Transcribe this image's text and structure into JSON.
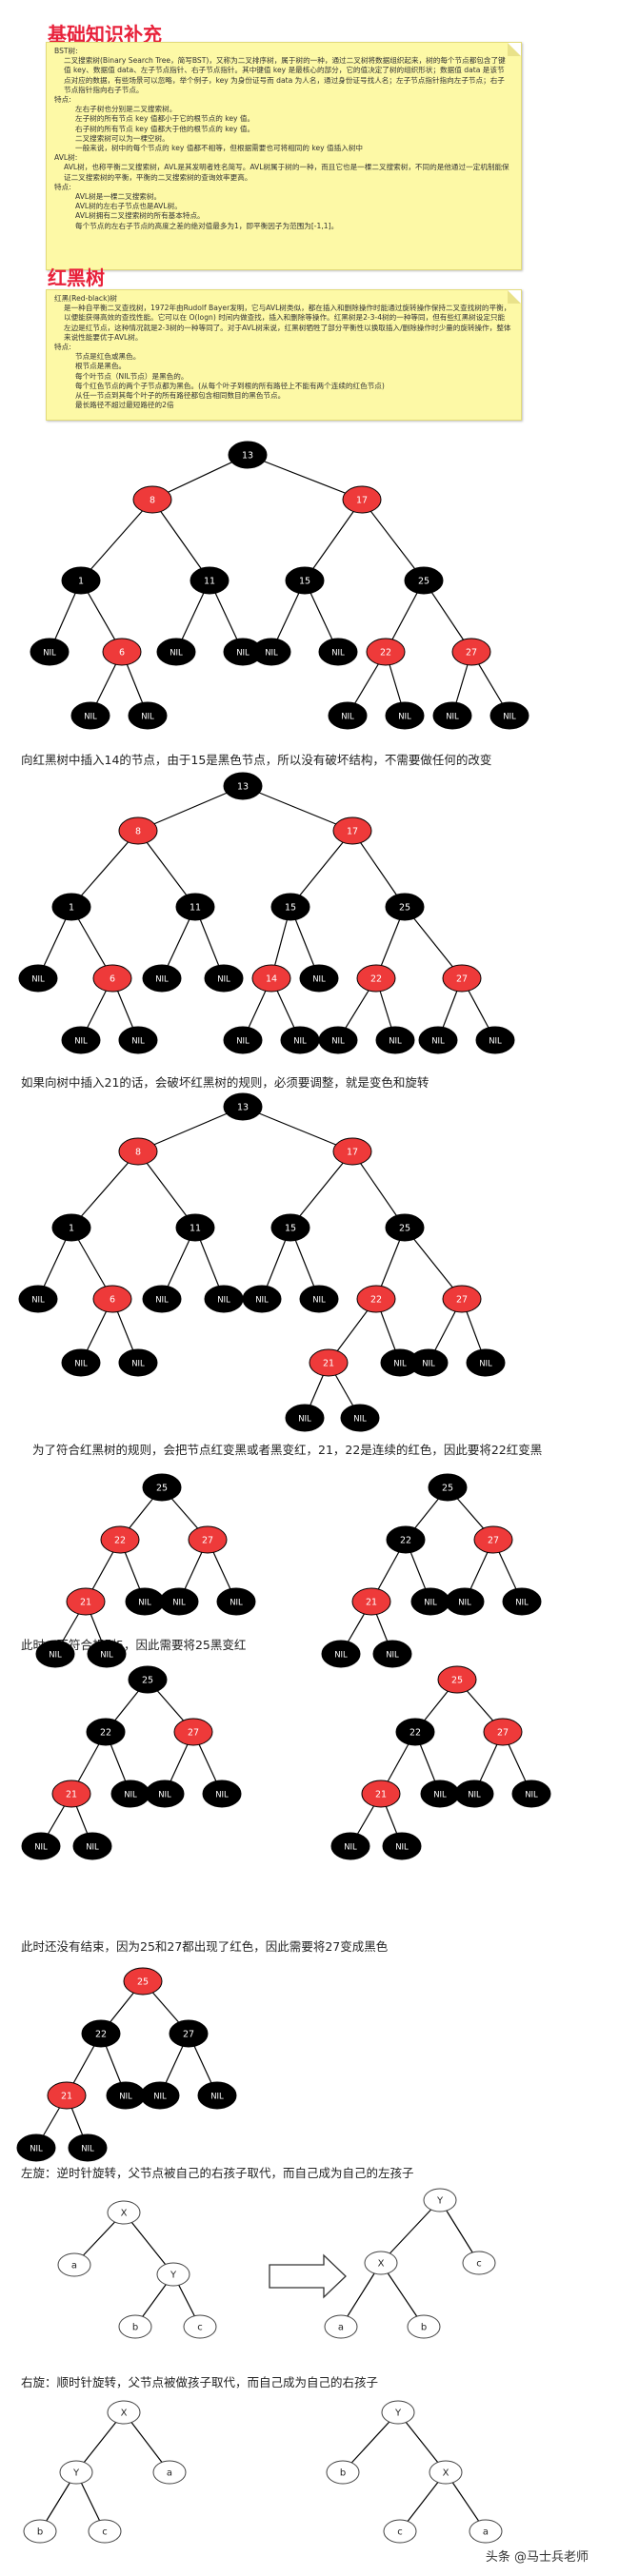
{
  "sections": {
    "basics": {
      "title": "基础知识补充",
      "lines": [
        {
          "t": "BST树:",
          "ind": 0
        },
        {
          "t": "二叉搜索树(Binary Search Tree，简写BST)，又称为二叉排序树，属于树的一种，通过二叉树将数据组织起来，树的每个节点都包含了键值 key、数据值 data、左子节点指针、右子节点指针。其中键值 key 是最核心的部分，它的值决定了树的组织形状；数据值 data 是该节点对应的数据，有些场景可以忽略，举个例子，key 为身份证号而 data 为人名，通过身份证号找人名；左子节点指针指向左子节点；右子节点指针指向右子节点。",
          "ind": 1
        },
        {
          "t": "特点:",
          "ind": 0
        },
        {
          "t": "左右子树也分别是二叉搜索树。",
          "ind": 2
        },
        {
          "t": "左子树的所有节点 key 值都小于它的根节点的 key 值。",
          "ind": 2
        },
        {
          "t": "右子树的所有节点 key 值都大于他的根节点的 key 值。",
          "ind": 2
        },
        {
          "t": "二叉搜索树可以为一棵空树。",
          "ind": 2
        },
        {
          "t": "一般来说，树中的每个节点的 key 值都不相等，但根据需要也可将相同的 key 值插入树中",
          "ind": 2
        },
        {
          "t": "AVL树:",
          "ind": 0
        },
        {
          "t": "AVL树，也称平衡二叉搜索树，AVL是其发明者姓名简写。AVL树属于树的一种，而且它也是一棵二叉搜索树，不同的是他通过一定机制能保证二叉搜索树的平衡，平衡的二叉搜索树的查询效率更高。",
          "ind": 1
        },
        {
          "t": "特点:",
          "ind": 0
        },
        {
          "t": "AVL树是一棵二叉搜索树。",
          "ind": 2
        },
        {
          "t": "AVL树的左右子节点也是AVL树。",
          "ind": 2
        },
        {
          "t": "AVL树拥有二叉搜索树的所有基本特点。",
          "ind": 2
        },
        {
          "t": "每个节点的左右子节点的高度之差的绝对值最多为1，即平衡因子为范围为[-1,1]。",
          "ind": 2
        }
      ]
    },
    "rbtree": {
      "title": "红黑树",
      "lines": [
        {
          "t": "红黑(Red-black)树",
          "ind": 0
        },
        {
          "t": "是一种自平衡二叉查找树，1972年由Rudolf Bayer发明，它与AVL树类似，都在插入和删除操作时能通过旋转操作保持二叉查找树的平衡，以便能获得高效的查找性能。它可以在 O(logn) 时间内做查找，插入和删除等操作。红黑树是2-3-4树的一种等同，但有些红黑树设定只能左边是红节点，这种情况就是2-3树的一种等同了。对于AVL树来说，红黑树牺牲了部分平衡性以换取插入/删除操作时少量的旋转操作，整体来说性能要优于AVL树。",
          "ind": 1
        },
        {
          "t": "特点:",
          "ind": 0
        },
        {
          "t": "节点是红色或黑色。",
          "ind": 2
        },
        {
          "t": "根节点是黑色。",
          "ind": 2
        },
        {
          "t": "每个叶节点（NIL节点）是黑色的。",
          "ind": 2
        },
        {
          "t": "每个红色节点的两个子节点都为黑色。(从每个叶子到根的所有路径上不能有两个连续的红色节点)",
          "ind": 2
        },
        {
          "t": "从任一节点到其每个叶子的所有路径都包含相同数目的黑色节点。",
          "ind": 2
        },
        {
          "t": "最长路径不超过最短路径的2倍",
          "ind": 2
        }
      ]
    }
  },
  "captions": {
    "insert14": "向红黑树中插入14的节点，由于15是黑色节点，所以没有破坏结构，不需要做任何的改变",
    "insert21": "如果向树中插入21的话，会破坏红黑树的规则，必须要调整，就是变色和旋转",
    "recolor22": "为了符合红黑树的规则，会把节点红变黑或者黑变红，21，22是连续的红色，因此要将22红变黑",
    "recolor25": "此时，不符合规则5，因此需要将25黑变红",
    "recolor27": "此时还没有结束，因为25和27都出现了红色，因此需要将27变成黑色",
    "leftRotate": "左旋：逆时针旋转，父节点被自己的右孩子取代，而自己成为自己的左孩子",
    "rightRotate": "右旋：顺时针旋转，父节点被做孩子取代，而自己成为自己的右孩子"
  },
  "nil_label": "NIL",
  "colors": {
    "red": "#ee3a3a",
    "black": "#000000",
    "note_bg": "#fdf9a6",
    "heading": "#e8213a"
  },
  "trees": {
    "full1": {
      "n": [
        [
          "13",
          "k"
        ],
        [
          "8",
          "r"
        ],
        [
          "17",
          "r"
        ],
        [
          "1",
          "k"
        ],
        [
          "11",
          "k"
        ],
        [
          "15",
          "k"
        ],
        [
          "25",
          "k"
        ],
        [
          "NIL",
          "k"
        ],
        [
          "6",
          "r"
        ],
        [
          "NIL",
          "k"
        ],
        [
          "NIL",
          "k"
        ],
        [
          "NIL",
          "k"
        ],
        [
          "NIL",
          "k"
        ],
        [
          "22",
          "r"
        ],
        [
          "27",
          "r"
        ],
        [
          "NIL",
          "k"
        ],
        [
          "NIL",
          "k"
        ],
        [
          "NIL",
          "k"
        ],
        [
          "NIL",
          "k"
        ],
        [
          "NIL",
          "k"
        ],
        [
          "NIL",
          "k"
        ]
      ],
      "e": [
        [
          0,
          1
        ],
        [
          0,
          2
        ],
        [
          1,
          3
        ],
        [
          1,
          4
        ],
        [
          2,
          5
        ],
        [
          2,
          6
        ],
        [
          3,
          7
        ],
        [
          3,
          8
        ],
        [
          8,
          15
        ],
        [
          8,
          16
        ],
        [
          4,
          9
        ],
        [
          4,
          10
        ],
        [
          5,
          11
        ],
        [
          5,
          12
        ],
        [
          6,
          13
        ],
        [
          6,
          14
        ],
        [
          13,
          17
        ],
        [
          13,
          18
        ],
        [
          14,
          19
        ],
        [
          14,
          20
        ]
      ]
    },
    "full2": {
      "n": [
        [
          "13",
          "k"
        ],
        [
          "8",
          "r"
        ],
        [
          "17",
          "r"
        ],
        [
          "1",
          "k"
        ],
        [
          "11",
          "k"
        ],
        [
          "15",
          "k"
        ],
        [
          "25",
          "k"
        ],
        [
          "NIL",
          "k"
        ],
        [
          "6",
          "r"
        ],
        [
          "NIL",
          "k"
        ],
        [
          "NIL",
          "k"
        ],
        [
          "14",
          "r"
        ],
        [
          "NIL",
          "k"
        ],
        [
          "22",
          "r"
        ],
        [
          "27",
          "r"
        ],
        [
          "NIL",
          "k"
        ],
        [
          "NIL",
          "k"
        ],
        [
          "NIL",
          "k"
        ],
        [
          "NIL",
          "k"
        ],
        [
          "NIL",
          "k"
        ],
        [
          "NIL",
          "k"
        ],
        [
          "NIL",
          "k"
        ],
        [
          "NIL",
          "k"
        ]
      ],
      "e": [
        [
          0,
          1
        ],
        [
          0,
          2
        ],
        [
          1,
          3
        ],
        [
          1,
          4
        ],
        [
          2,
          5
        ],
        [
          2,
          6
        ],
        [
          3,
          7
        ],
        [
          3,
          8
        ],
        [
          8,
          15
        ],
        [
          8,
          16
        ],
        [
          4,
          9
        ],
        [
          4,
          10
        ],
        [
          5,
          11
        ],
        [
          5,
          12
        ],
        [
          11,
          17
        ],
        [
          11,
          18
        ],
        [
          6,
          13
        ],
        [
          6,
          14
        ],
        [
          13,
          19
        ],
        [
          13,
          20
        ],
        [
          14,
          21
        ],
        [
          14,
          22
        ]
      ]
    },
    "full3": {
      "n": [
        [
          "13",
          "k"
        ],
        [
          "8",
          "r"
        ],
        [
          "17",
          "r"
        ],
        [
          "1",
          "k"
        ],
        [
          "11",
          "k"
        ],
        [
          "15",
          "k"
        ],
        [
          "25",
          "k"
        ],
        [
          "NIL",
          "k"
        ],
        [
          "6",
          "r"
        ],
        [
          "NIL",
          "k"
        ],
        [
          "NIL",
          "k"
        ],
        [
          "NIL",
          "k"
        ],
        [
          "NIL",
          "k"
        ],
        [
          "22",
          "r"
        ],
        [
          "27",
          "r"
        ],
        [
          "NIL",
          "k"
        ],
        [
          "NIL",
          "k"
        ],
        [
          "21",
          "r"
        ],
        [
          "NIL",
          "k"
        ],
        [
          "NIL",
          "k"
        ],
        [
          "NIL",
          "k"
        ],
        [
          "NIL",
          "k"
        ],
        [
          "NIL",
          "k"
        ]
      ],
      "e": [
        [
          0,
          1
        ],
        [
          0,
          2
        ],
        [
          1,
          3
        ],
        [
          1,
          4
        ],
        [
          2,
          5
        ],
        [
          2,
          6
        ],
        [
          3,
          7
        ],
        [
          3,
          8
        ],
        [
          8,
          15
        ],
        [
          8,
          16
        ],
        [
          4,
          9
        ],
        [
          4,
          10
        ],
        [
          5,
          11
        ],
        [
          5,
          12
        ],
        [
          6,
          13
        ],
        [
          6,
          14
        ],
        [
          13,
          17
        ],
        [
          13,
          18
        ],
        [
          14,
          19
        ],
        [
          14,
          20
        ],
        [
          17,
          21
        ],
        [
          17,
          22
        ]
      ]
    },
    "s1": {
      "n": [
        [
          "25",
          "k"
        ],
        [
          "22",
          "r"
        ],
        [
          "27",
          "r"
        ],
        [
          "21",
          "r"
        ],
        [
          "NIL",
          "k"
        ],
        [
          "NIL",
          "k"
        ],
        [
          "NIL",
          "k"
        ],
        [
          "NIL",
          "k"
        ],
        [
          "NIL",
          "k"
        ]
      ],
      "e": [
        [
          0,
          1
        ],
        [
          0,
          2
        ],
        [
          1,
          3
        ],
        [
          1,
          4
        ],
        [
          2,
          5
        ],
        [
          2,
          6
        ],
        [
          3,
          7
        ],
        [
          3,
          8
        ]
      ]
    },
    "s2": {
      "n": [
        [
          "25",
          "k"
        ],
        [
          "22",
          "k"
        ],
        [
          "27",
          "r"
        ],
        [
          "21",
          "r"
        ],
        [
          "NIL",
          "k"
        ],
        [
          "NIL",
          "k"
        ],
        [
          "NIL",
          "k"
        ],
        [
          "NIL",
          "k"
        ],
        [
          "NIL",
          "k"
        ]
      ],
      "e": [
        [
          0,
          1
        ],
        [
          0,
          2
        ],
        [
          1,
          3
        ],
        [
          1,
          4
        ],
        [
          2,
          5
        ],
        [
          2,
          6
        ],
        [
          3,
          7
        ],
        [
          3,
          8
        ]
      ]
    },
    "s3": {
      "n": [
        [
          "25",
          "k"
        ],
        [
          "22",
          "k"
        ],
        [
          "27",
          "r"
        ],
        [
          "21",
          "r"
        ],
        [
          "NIL",
          "k"
        ],
        [
          "NIL",
          "k"
        ],
        [
          "NIL",
          "k"
        ],
        [
          "NIL",
          "k"
        ],
        [
          "NIL",
          "k"
        ]
      ],
      "e": [
        [
          0,
          1
        ],
        [
          0,
          2
        ],
        [
          1,
          3
        ],
        [
          1,
          4
        ],
        [
          2,
          5
        ],
        [
          2,
          6
        ],
        [
          3,
          7
        ],
        [
          3,
          8
        ]
      ]
    },
    "s4": {
      "n": [
        [
          "25",
          "r"
        ],
        [
          "22",
          "k"
        ],
        [
          "27",
          "r"
        ],
        [
          "21",
          "r"
        ],
        [
          "NIL",
          "k"
        ],
        [
          "NIL",
          "k"
        ],
        [
          "NIL",
          "k"
        ],
        [
          "NIL",
          "k"
        ],
        [
          "NIL",
          "k"
        ]
      ],
      "e": [
        [
          0,
          1
        ],
        [
          0,
          2
        ],
        [
          1,
          3
        ],
        [
          1,
          4
        ],
        [
          2,
          5
        ],
        [
          2,
          6
        ],
        [
          3,
          7
        ],
        [
          3,
          8
        ]
      ]
    },
    "s5": {
      "n": [
        [
          "25",
          "r"
        ],
        [
          "22",
          "k"
        ],
        [
          "27",
          "k"
        ],
        [
          "21",
          "r"
        ],
        [
          "NIL",
          "k"
        ],
        [
          "NIL",
          "k"
        ],
        [
          "NIL",
          "k"
        ],
        [
          "NIL",
          "k"
        ],
        [
          "NIL",
          "k"
        ]
      ],
      "e": [
        [
          0,
          1
        ],
        [
          0,
          2
        ],
        [
          1,
          3
        ],
        [
          1,
          4
        ],
        [
          2,
          5
        ],
        [
          2,
          6
        ],
        [
          3,
          7
        ],
        [
          3,
          8
        ]
      ]
    },
    "rotL1": {
      "n": [
        [
          "X",
          "w"
        ],
        [
          "a",
          "w"
        ],
        [
          "Y",
          "w"
        ],
        [
          "b",
          "w"
        ],
        [
          "c",
          "w"
        ]
      ],
      "e": [
        [
          0,
          1
        ],
        [
          0,
          2
        ],
        [
          2,
          3
        ],
        [
          2,
          4
        ]
      ]
    },
    "rotL2": {
      "n": [
        [
          "Y",
          "w"
        ],
        [
          "X",
          "w"
        ],
        [
          "c",
          "w"
        ],
        [
          "a",
          "w"
        ],
        [
          "b",
          "w"
        ]
      ],
      "e": [
        [
          0,
          1
        ],
        [
          0,
          2
        ],
        [
          1,
          3
        ],
        [
          1,
          4
        ]
      ]
    },
    "rotR1": {
      "n": [
        [
          "X",
          "w"
        ],
        [
          "Y",
          "w"
        ],
        [
          "a",
          "w"
        ],
        [
          "b",
          "w"
        ],
        [
          "c",
          "w"
        ]
      ],
      "e": [
        [
          0,
          1
        ],
        [
          0,
          2
        ],
        [
          1,
          3
        ],
        [
          1,
          4
        ]
      ]
    },
    "rotR2": {
      "n": [
        [
          "Y",
          "w"
        ],
        [
          "b",
          "w"
        ],
        [
          "X",
          "w"
        ],
        [
          "c",
          "w"
        ],
        [
          "a",
          "w"
        ]
      ],
      "e": [
        [
          0,
          1
        ],
        [
          0,
          2
        ],
        [
          2,
          3
        ],
        [
          2,
          4
        ]
      ]
    }
  },
  "watermark": "头条 @马士兵老师"
}
